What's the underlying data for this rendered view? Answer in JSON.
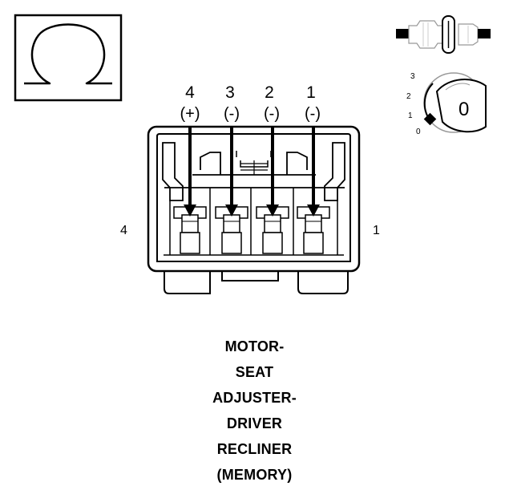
{
  "meter_symbol": {
    "icon": "ohm-symbol-icon",
    "glyph": "Ω"
  },
  "ignition_icon": {
    "icon": "ignition-key-off-icon",
    "positions": [
      "3",
      "2",
      "1",
      "0"
    ],
    "key_label": "0"
  },
  "connector_icon": {
    "icon": "connector-disconnected-icon"
  },
  "connector": {
    "side_left": "4",
    "side_right": "1",
    "pins": [
      {
        "number": "4",
        "polarity": "(+)"
      },
      {
        "number": "3",
        "polarity": "(-)"
      },
      {
        "number": "2",
        "polarity": "(-)"
      },
      {
        "number": "1",
        "polarity": "(-)"
      }
    ]
  },
  "caption": {
    "lines": [
      "MOTOR-",
      "SEAT",
      "ADJUSTER-",
      "DRIVER",
      "RECLINER",
      "(MEMORY)"
    ]
  }
}
